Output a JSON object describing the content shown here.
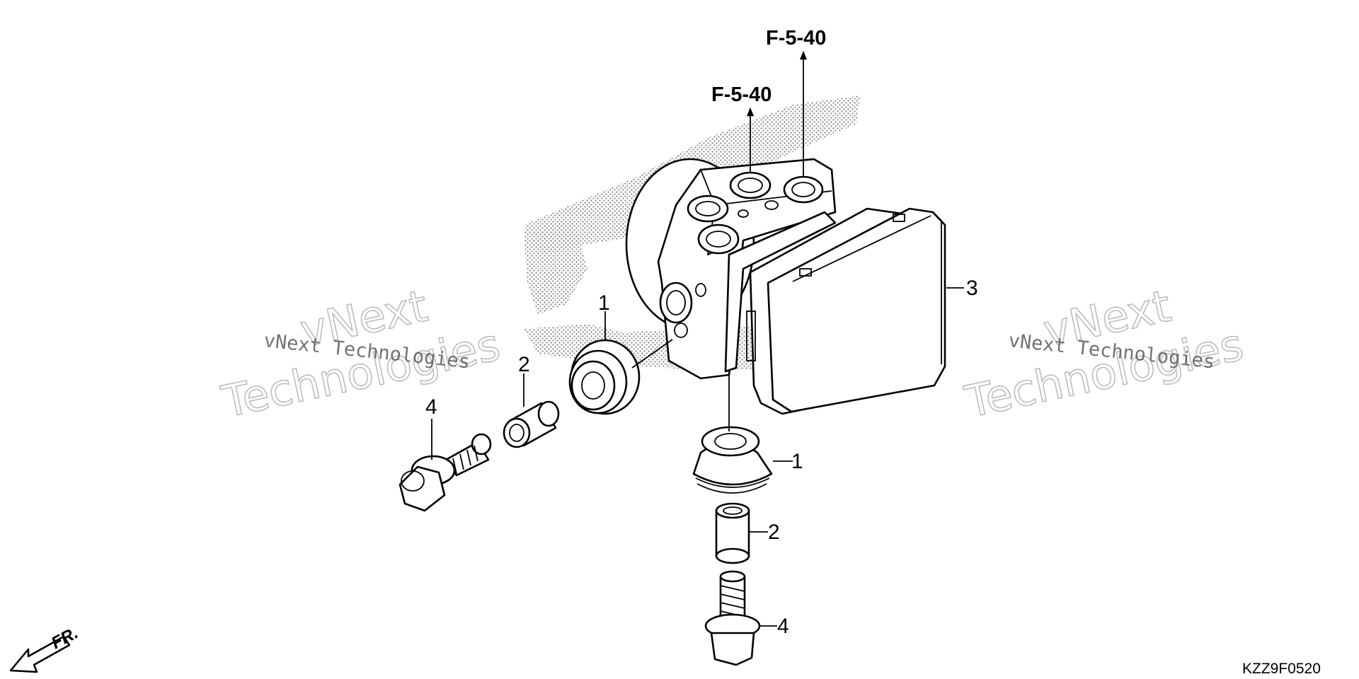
{
  "diagram_code": "KZZ9F0520",
  "front_indicator": "FR.",
  "references": [
    "F-5-40",
    "F-5-40"
  ],
  "callouts": [
    {
      "id": "grommet-upper",
      "label": "1"
    },
    {
      "id": "grommet-lower",
      "label": "1"
    },
    {
      "id": "collar-upper",
      "label": "2"
    },
    {
      "id": "collar-lower",
      "label": "2"
    },
    {
      "id": "abs-modulator",
      "label": "3"
    },
    {
      "id": "bolt-upper",
      "label": "4"
    },
    {
      "id": "bolt-lower",
      "label": "4"
    }
  ],
  "watermarks": [
    {
      "small": "vNext Technologies",
      "big_line1": "vNext",
      "big_line2": "Technologies"
    },
    {
      "small": "vNext Technologies",
      "big_line1": "vNext",
      "big_line2": "Technologies"
    }
  ]
}
